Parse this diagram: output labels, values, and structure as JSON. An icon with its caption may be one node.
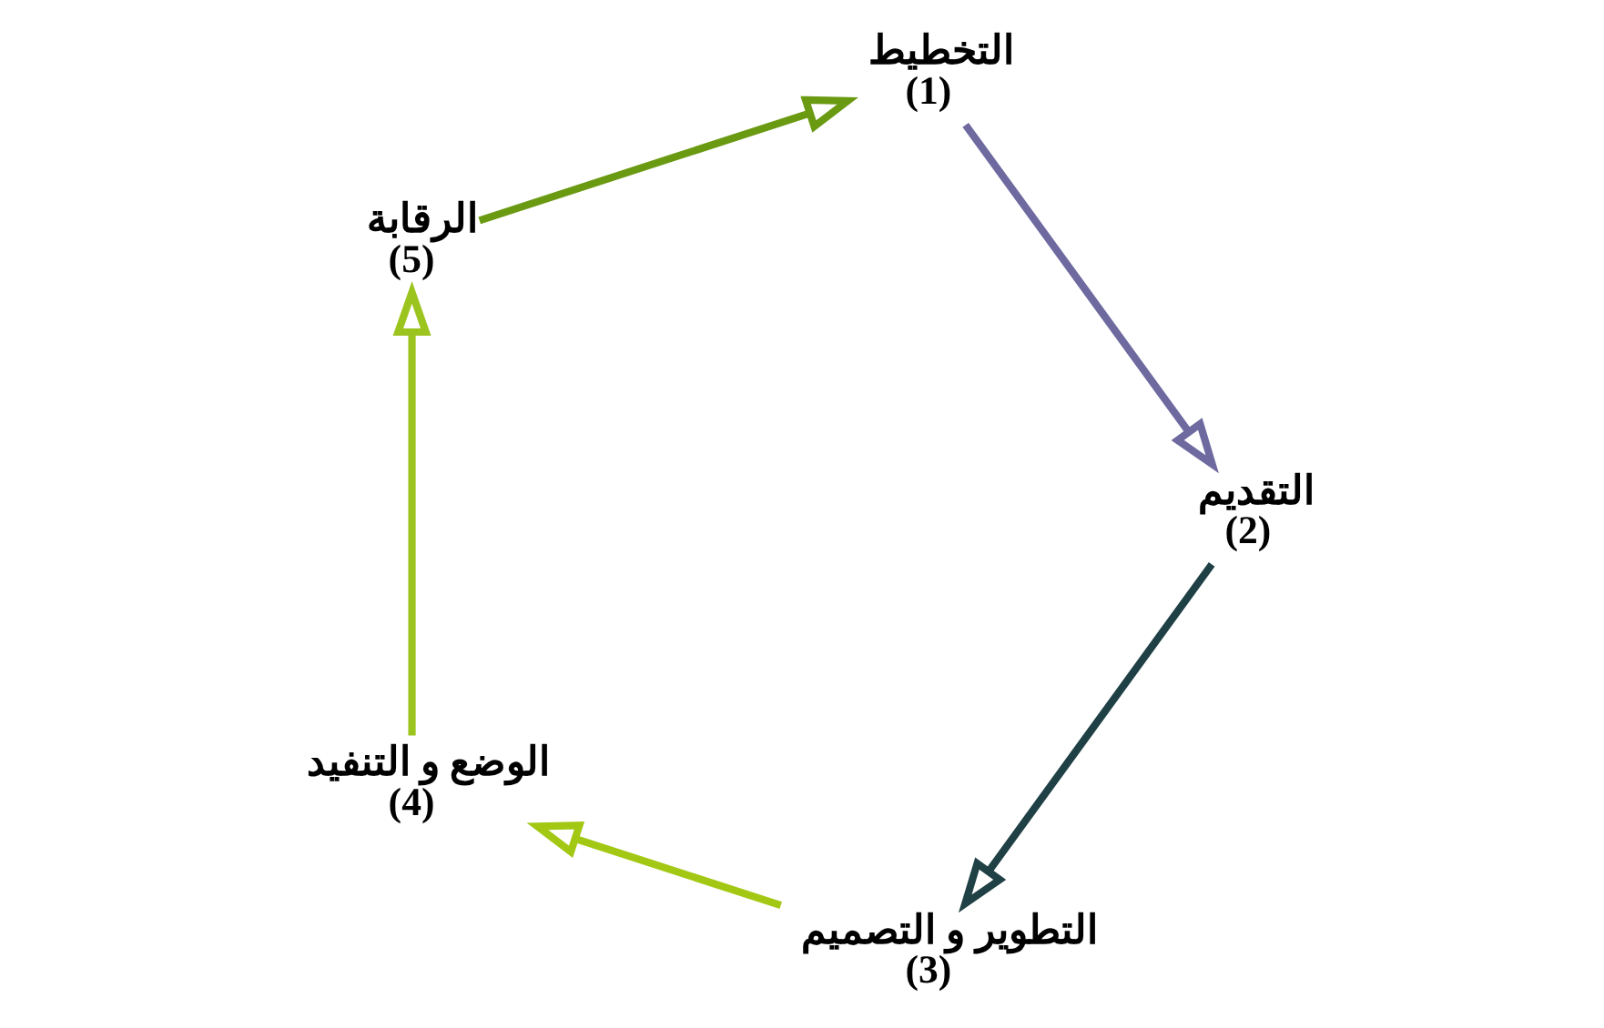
{
  "diagram": {
    "nodes": [
      {
        "text": [
          "التخطيط",
          "(1)"
        ]
      },
      {
        "text": [
          "التقديم",
          "(2)"
        ]
      },
      {
        "text": [
          "التطوير و التصميم",
          "(3)"
        ]
      },
      {
        "text": [
          "الوضع و التنفيد",
          "(4)"
        ]
      },
      {
        "text": [
          "الرقابة",
          "(5)"
        ]
      }
    ],
    "edges": [
      {
        "from": 4,
        "to": 0,
        "arrow": "to",
        "color": "#6a9a12"
      },
      {
        "from": 0,
        "to": 1,
        "arrow": "to",
        "color": "#6e6aa0"
      },
      {
        "from": 1,
        "to": 2,
        "arrow": "to",
        "color": "#1f4045"
      },
      {
        "from": 2,
        "to": 3,
        "arrow": "to",
        "color": "#a3c814"
      },
      {
        "from": 3,
        "to": 4,
        "arrow": "to",
        "color": "#9cc41e"
      }
    ]
  }
}
